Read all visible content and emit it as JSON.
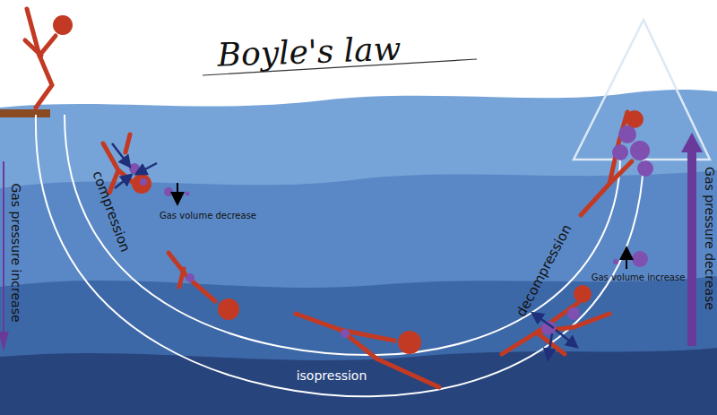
{
  "diagram": {
    "title": "Boyle's law",
    "labels": [
      "compression",
      "isopression",
      "decompression",
      "Gas volume decrease",
      "Gas volume increase",
      "Gas pressure increase",
      "Gas pressure decrease"
    ]
  }
}
